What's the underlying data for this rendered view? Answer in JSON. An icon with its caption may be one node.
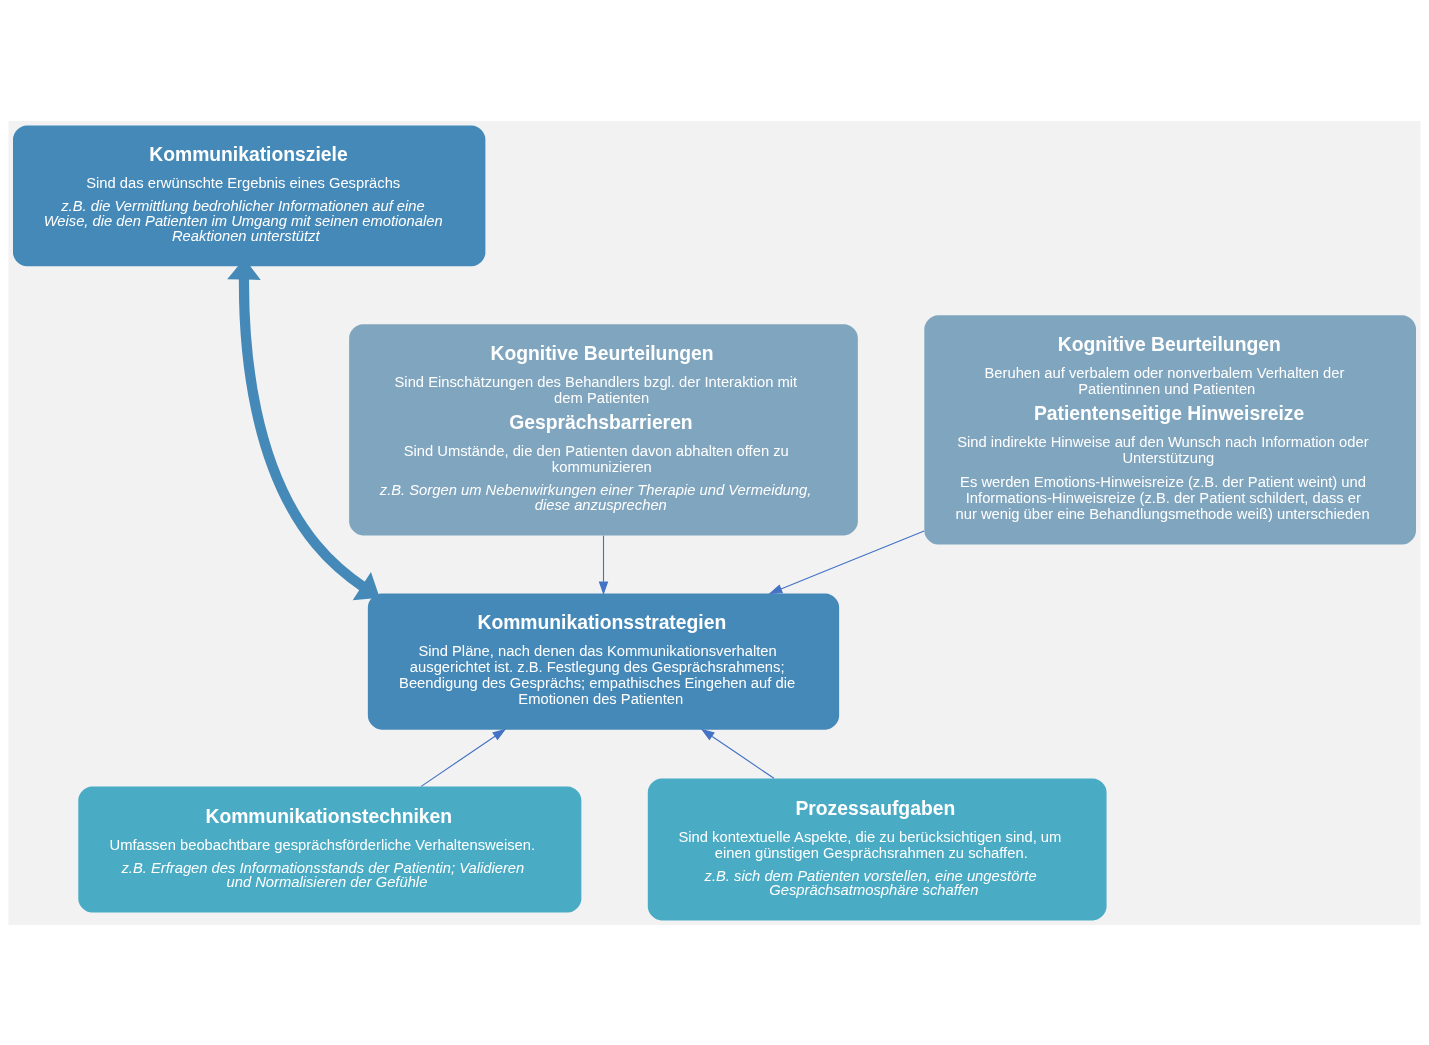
{
  "diagram": {
    "nodes": [
      {
        "text": [
          "Kommunikationsziele",
          "Sind das erwünschte Ergebnis eines Gesprächs",
          "z.B. die Vermittlung bedrohlicher Informationen auf eine Weise, die den Patienten im Umgang mit seinen emotionalen Reaktionen unterstützt"
        ]
      },
      {
        "text": [
          "Kognitive Beurteilungen",
          "Sind Einschätzungen des Behandlers bzgl. der Interaktion mit dem Patienten",
          "Gesprächsbarrieren",
          "Sind Umstände, die den Patienten davon abhalten offen zu kommunizieren",
          "z.B. Sorgen um Nebenwirkungen einer Therapie und Vermeidung, diese anzusprechen"
        ]
      },
      {
        "text": [
          "Kognitive Beurteilungen",
          "Beruhen auf verbalem oder nonverbalem Verhalten der Patientinnen und Patienten",
          "Patientenseitige Hinweisreize",
          "Sind indirekte Hinweise auf den Wunsch nach Information oder Unterstützung",
          "Es werden Emotions-Hinweisreize (z.B. der Patient weint) und Informations-Hinweisreize (z.B. der Patient schildert, dass er nur wenig über eine Behandlungsmethode weiß) unterschieden"
        ]
      },
      {
        "text": [
          "Kommunikationsstrategien",
          "Sind Pläne, nach denen das Kommunikationsverhalten ausgerichtet ist. z.B. Festlegung des Gesprächsrahmens; Beendigung des Gesprächs; empathisches Eingehen auf die Emotionen des Patienten"
        ]
      },
      {
        "text": [
          "Kommunikationstechniken",
          "Umfassen beobachtbare gesprächsförderliche Verhaltensweisen.",
          "z.B. Erfragen des Informationsstands der Patientin; Validieren und Normalisieren der Gefühle"
        ]
      },
      {
        "text": [
          "Prozessaufgaben",
          "Sind kontextuelle Aspekte, die zu berücksichtigen sind, um einen günstigen Gesprächsrahmen zu schaffen.",
          "z.B. sich dem Patienten vorstellen, eine ungestörte Gesprächsatmosphäre schaffen"
        ]
      }
    ],
    "edges": [
      {
        "from": 0,
        "to": 3,
        "arrow": "both",
        "style": "thick",
        "color": "#4589b8"
      },
      {
        "from": 1,
        "to": 3,
        "arrow": "to"
      },
      {
        "from": 2,
        "to": 3,
        "arrow": "to"
      },
      {
        "from": 4,
        "to": 3,
        "arrow": "to"
      },
      {
        "from": 5,
        "to": 3,
        "arrow": "to"
      }
    ]
  }
}
